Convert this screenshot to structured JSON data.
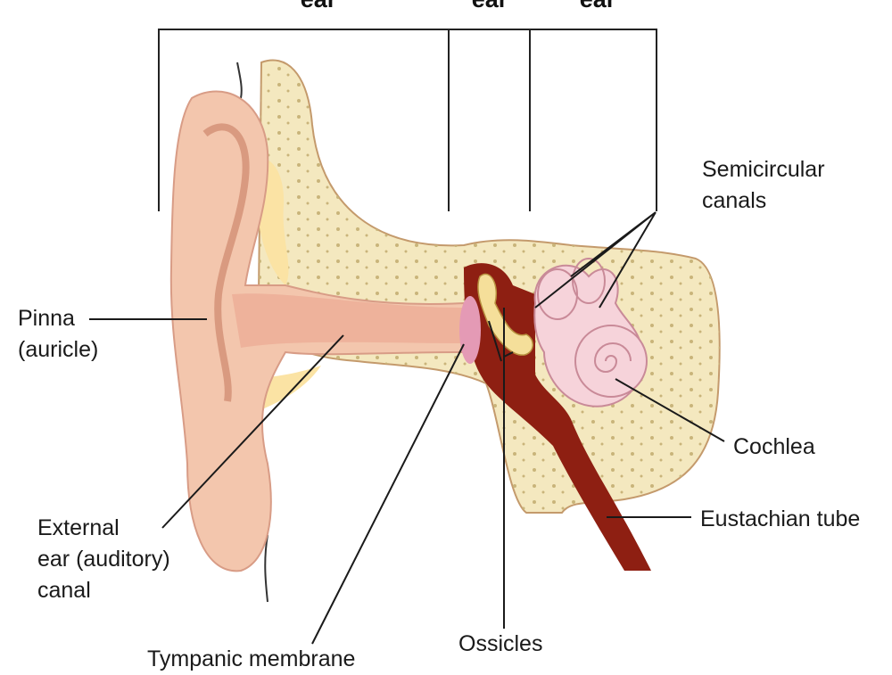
{
  "headers": {
    "outer": "ear",
    "middle": "ear",
    "inner": "ear"
  },
  "labels": {
    "pinna": [
      "Pinna",
      "(auricle)"
    ],
    "external_canal": [
      "External",
      "ear (auditory)",
      "canal"
    ],
    "tympanic": "Tympanic membrane",
    "ossicles": "Ossicles",
    "semicircular": [
      "Semicircular",
      "canals"
    ],
    "cochlea": "Cochlea",
    "eustachian": "Eustachian tube"
  },
  "colors": {
    "bone": "#f4e8bf",
    "skin": "#f3c6ad",
    "cavity": "#8e1f12",
    "inner": "#f6d3da",
    "line": "#1a1a1a"
  }
}
